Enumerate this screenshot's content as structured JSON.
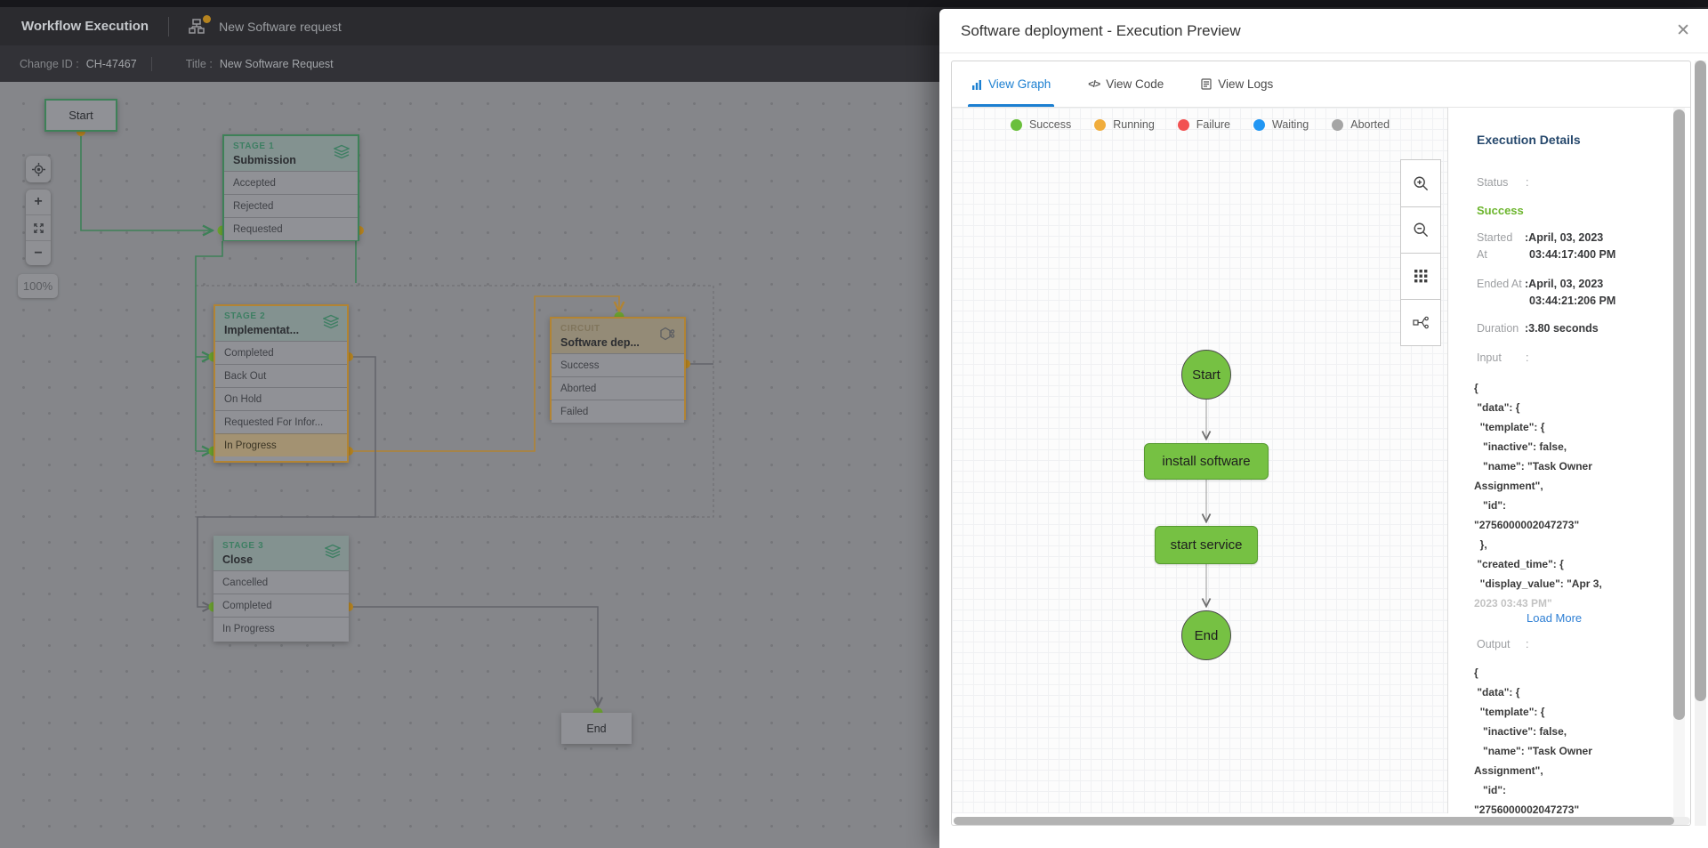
{
  "app": {
    "title": "Workflow Execution",
    "request_name": "New Software request",
    "change_id_label": "Change ID :",
    "change_id_value": "CH-47467",
    "title_label": "Title :",
    "title_value": "New Software Request",
    "zoom_badge": "100%"
  },
  "workflow": {
    "start": "Start",
    "end": "End",
    "stage1": {
      "kind": "STAGE 1",
      "name": "Submission",
      "items": [
        "Accepted",
        "Rejected",
        "Requested"
      ]
    },
    "stage2": {
      "kind": "STAGE 2",
      "name": "Implementat...",
      "items": [
        "Completed",
        "Back Out",
        "On Hold",
        "Requested For Infor...",
        "In Progress"
      ],
      "active_item": "In Progress"
    },
    "circuit": {
      "kind": "CIRCUIT",
      "name": "Software dep...",
      "items": [
        "Success",
        "Aborted",
        "Failed"
      ]
    },
    "stage3": {
      "kind": "STAGE 3",
      "name": "Close",
      "items": [
        "Cancelled",
        "Completed",
        "In Progress"
      ]
    }
  },
  "modal": {
    "title": "Software deployment - Execution Preview",
    "tabs": {
      "graph": "View Graph",
      "code": "View Code",
      "logs": "View Logs"
    },
    "legend": [
      {
        "label": "Success",
        "color": "#6abf3c"
      },
      {
        "label": "Running",
        "color": "#f0ad3d"
      },
      {
        "label": "Failure",
        "color": "#f25252"
      },
      {
        "label": "Waiting",
        "color": "#2196f3"
      },
      {
        "label": "Aborted",
        "color": "#a5a5a5"
      }
    ],
    "graph_nodes": {
      "start": "Start",
      "task1": "install software",
      "task2": "start service",
      "end": "End"
    },
    "colors": {
      "node_fill": "#76c143",
      "tab_active": "#1b7fd1",
      "status_success": "#6cb52d",
      "load_more": "#2e7fd4"
    },
    "details": {
      "title": "Execution Details",
      "status_label": "Status",
      "colon": ":",
      "status_value": "Success",
      "started_label_line1": "Started",
      "started_label_line2": "At",
      "started_date": ":April, 03, 2023",
      "started_time": "03:44:17:400 PM",
      "ended_label": "Ended At",
      "ended_date": ":April, 03, 2023",
      "ended_time": "03:44:21:206 PM",
      "duration_label": "Duration",
      "duration_value": ":3.80 seconds",
      "input_label": "Input",
      "output_label": "Output",
      "load_more": "Load More",
      "input_json_lines": [
        "{",
        " \"data\": {",
        "  \"template\": {",
        "   \"inactive\": false,",
        "   \"name\": \"Task Owner",
        "Assignment\",",
        "   \"id\":",
        "\"2756000002047273\"",
        "  },",
        " \"created_time\": {",
        "  \"display_value\": \"Apr 3,",
        "2023 03:43 PM\""
      ],
      "output_json_lines": [
        "{",
        " \"data\": {",
        "  \"template\": {",
        "   \"inactive\": false,",
        "   \"name\": \"Task Owner",
        "Assignment\",",
        "   \"id\":",
        "\"2756000002047273\""
      ]
    }
  }
}
